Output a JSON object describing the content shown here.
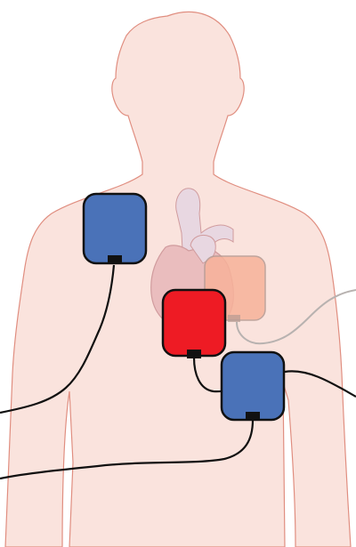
{
  "figure": {
    "body_fill": "#fae3dd",
    "body_stroke": "#e08e80",
    "heart_fill": "#e8b7b9",
    "heart_stroke": "#c98f93",
    "vessel_fill": "#e6d6e2",
    "pads": [
      {
        "id": "upper-right-chest",
        "fill": "#4a72b8",
        "stroke": "#111111"
      },
      {
        "id": "center-chest",
        "fill": "#ee1b24",
        "stroke": "#111111"
      },
      {
        "id": "lower-left-chest",
        "fill": "#4a72b8",
        "stroke": "#111111"
      },
      {
        "id": "behind-heart",
        "fill": "#f7b29a",
        "stroke": "#b59a92"
      }
    ],
    "wire_color": "#111111",
    "back_wire_color": "#b8b2b0"
  }
}
